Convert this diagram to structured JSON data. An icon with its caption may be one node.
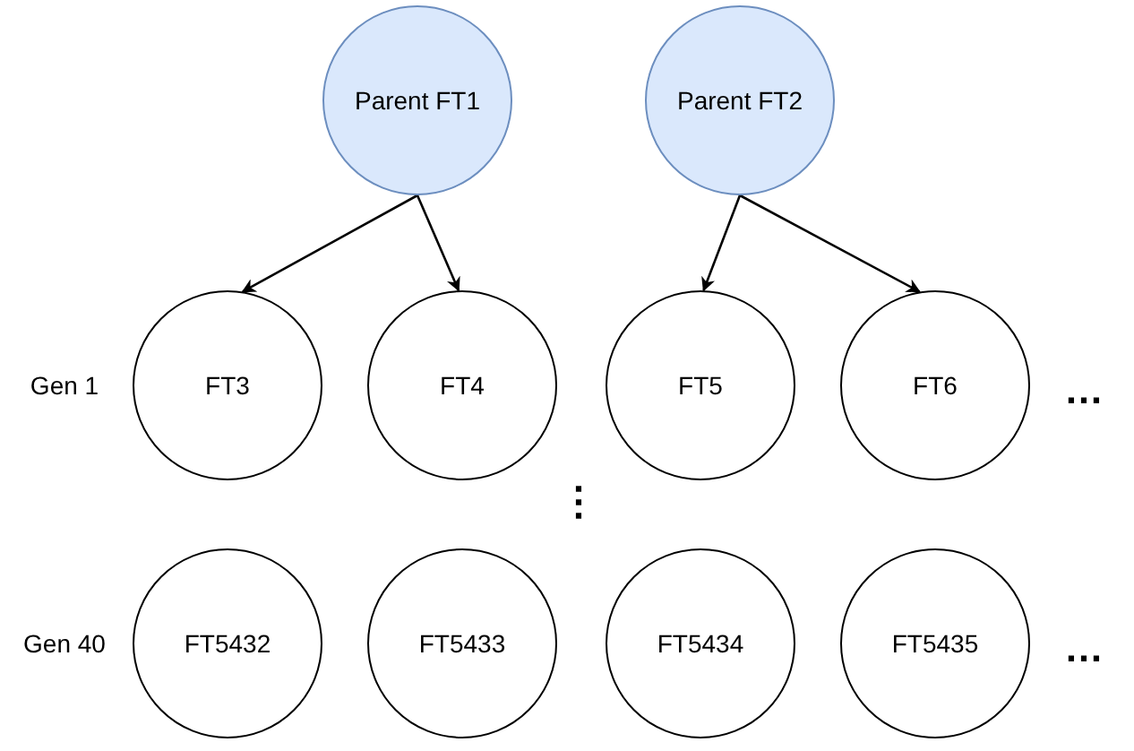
{
  "diagram": {
    "nodes": [
      {
        "text": [
          "Parent FT1"
        ]
      },
      {
        "text": [
          "Parent FT2"
        ]
      },
      {
        "text": [
          "FT3"
        ]
      },
      {
        "text": [
          "FT4"
        ]
      },
      {
        "text": [
          "FT5"
        ]
      },
      {
        "text": [
          "FT6"
        ]
      },
      {
        "text": [
          "FT5432"
        ]
      },
      {
        "text": [
          "FT5433"
        ]
      },
      {
        "text": [
          "FT5434"
        ]
      },
      {
        "text": [
          "FT5435"
        ]
      }
    ],
    "edges": [
      {
        "from": 0,
        "to": 2,
        "arrow": "to"
      },
      {
        "from": 0,
        "to": 3,
        "arrow": "to"
      },
      {
        "from": 1,
        "to": 4,
        "arrow": "to"
      },
      {
        "from": 1,
        "to": 5,
        "arrow": "to"
      }
    ],
    "labels": [
      "Gen 1",
      "…",
      "⋮",
      "Gen 40",
      "…"
    ]
  }
}
